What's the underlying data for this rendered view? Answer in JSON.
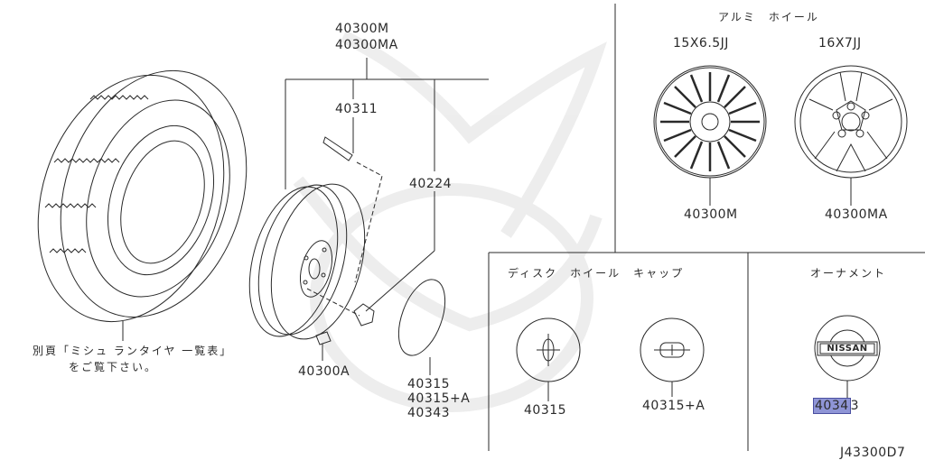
{
  "diagram": {
    "code": "J43300D7",
    "colors": {
      "line": "#2a2a2a",
      "watermark": "#ececec",
      "highlight": "#8f95d6",
      "highlight_border": "#4a4fa0"
    }
  },
  "tire": {
    "note_line1": "別頁「ミシュ ランタイヤ 一覧表」",
    "note_line2": "をご覧下さい。"
  },
  "main_assembly": {
    "wheel_labels": [
      "40300M",
      "40300MA"
    ],
    "valve": "40311",
    "nut": "40224",
    "weight": "40300A",
    "cap_labels": [
      "40315",
      "40315+A",
      "40343"
    ]
  },
  "alloy_section": {
    "title": "アルミ　ホイール",
    "wheels": [
      {
        "size": "15X6.5JJ",
        "part": "40300M"
      },
      {
        "size": "16X7JJ",
        "part": "40300MA"
      }
    ]
  },
  "disc_cap_section": {
    "title": "ディスク　ホイール　キャップ",
    "caps": [
      {
        "part": "40315"
      },
      {
        "part": "40315+A"
      }
    ]
  },
  "ornament_section": {
    "title": "オーナメント",
    "emblem_text": "NISSAN",
    "part_highlighted": "4034",
    "part_rest": "3"
  }
}
